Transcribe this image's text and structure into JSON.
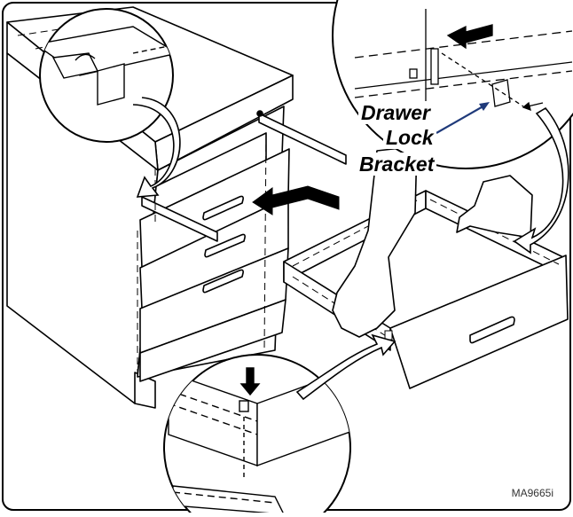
{
  "callout": {
    "line1": "Drawer",
    "line2": "Lock",
    "line3": "Bracket"
  },
  "reference_code": "MA9665i"
}
